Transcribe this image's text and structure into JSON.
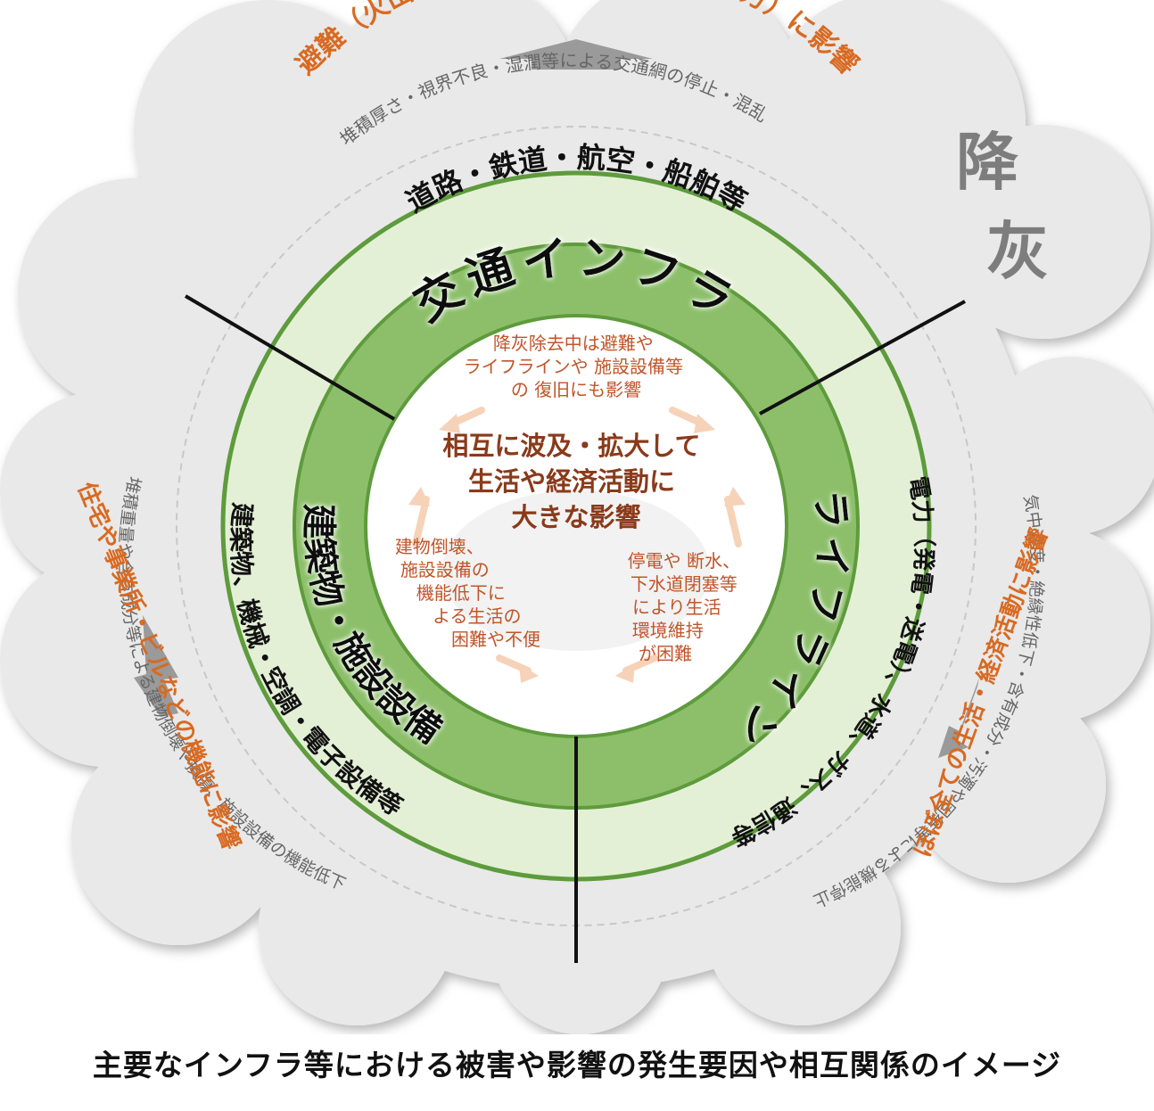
{
  "cloud": {
    "side_label_1": "降",
    "side_label_2": "灰",
    "top_effect": "避難（火山近傍）、物流・人流（火山遠方）に影響",
    "left_effect": "住宅や事業所・ビルなどの機能に影響",
    "right_effect": "ほぼ全ての生活・経済活動に影響"
  },
  "band": {
    "top": "堆積厚さ・視界不良・湿潤等による交通網の停止・混乱",
    "left": "堆積重量や含有成分等による建物倒壊や損傷、施設設備の機能低下",
    "right": "気中濃度・絶縁性低下・含有成分・汚濁や固結等による機能停止"
  },
  "sectors": {
    "transport": {
      "title": "交通インフラ",
      "items": "道路・鉄道・航空・船舶等"
    },
    "lifeline": {
      "title": "ライフライン",
      "items": "電力（発電・送電）、水道、ガス、通信等"
    },
    "buildings": {
      "title": "建築物・施設設備",
      "items": "建築物、機械・空調・電子設備等"
    }
  },
  "center": {
    "main": [
      "相互に波及・拡大して",
      "生活や経済活動に",
      "大きな影響"
    ],
    "top_note": [
      "降灰除去中は避難や",
      "ライフラインや 施設設備等",
      "の 復旧にも影響"
    ],
    "left_note": [
      "建物倒壊、",
      "施設設備の",
      "機能低下に",
      "よる生活の",
      "困難や不便"
    ],
    "right_note": [
      "停電や 断水、",
      "下水道閉塞等",
      "により生活",
      "環境維持",
      "が困難"
    ]
  },
  "caption": "主要なインフラ等における被害や影響の発生要因や相互関係のイメージ",
  "colors": {
    "cloud": "#e9e9e9",
    "band_green": "#e4f0d6",
    "ring_green": "#8dbf6b",
    "border_green": "#5e9b3c",
    "orange": "#d86a22",
    "center_text": "#8a3a1a",
    "gray_text": "#666666",
    "arrow": "#f6d2b8"
  }
}
